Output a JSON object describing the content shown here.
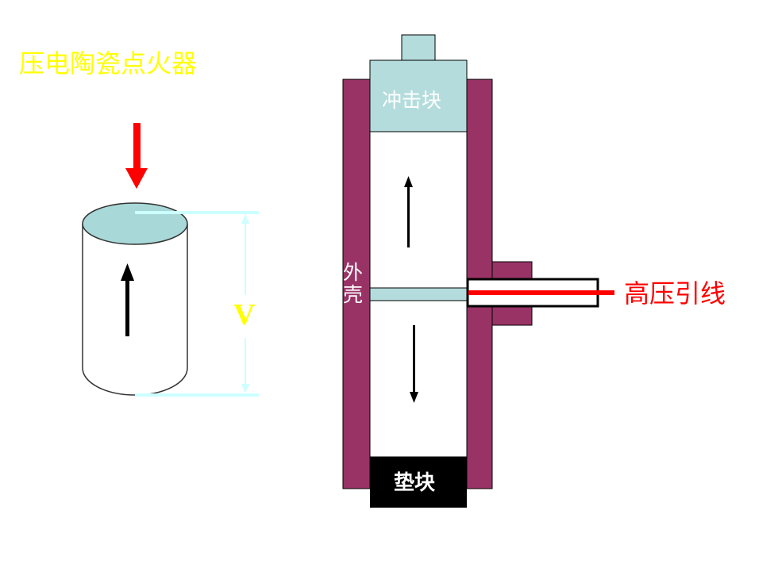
{
  "title": "压电陶瓷点火器",
  "voltage_label": "V",
  "labels": {
    "impact_block": "冲击块",
    "pad_block": "垫块",
    "housing": "外壳",
    "hv_lead": "高压引线"
  },
  "colors": {
    "title": "#ffff00",
    "voltage_label": "#ffff00",
    "force_arrow": "#ff0000",
    "hv_lead": "#ff0000",
    "housing": "#993366",
    "impact_block": "#b4dcdc",
    "pad_block": "#000000",
    "crystal_top": "#a8d8d8",
    "dimension_lines": "#ccffff",
    "polarization_arrows": "#000000"
  }
}
